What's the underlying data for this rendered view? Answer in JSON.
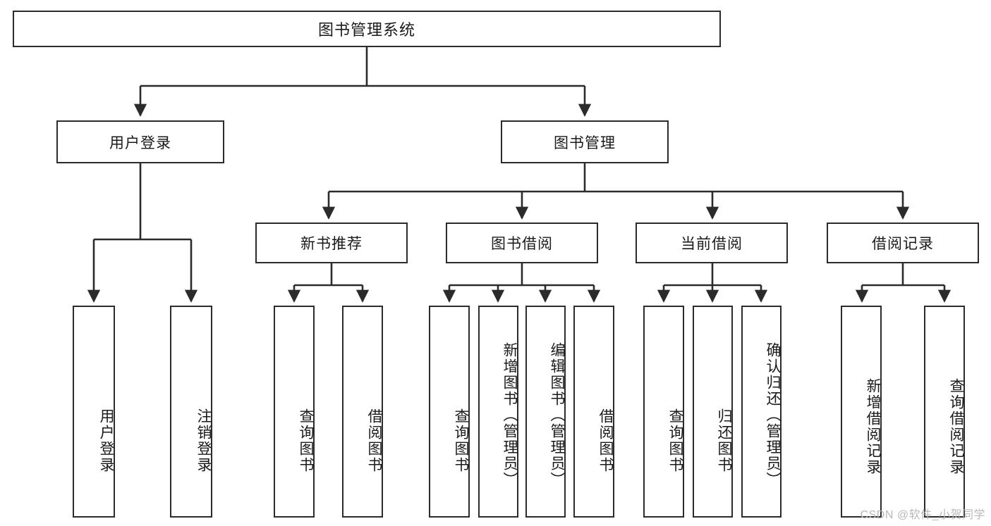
{
  "diagram": {
    "type": "tree-hierarchy",
    "title": "图书管理系统",
    "root": {
      "label": "图书管理系统"
    },
    "level2": [
      {
        "id": "user-login",
        "label": "用户登录"
      },
      {
        "id": "book-management",
        "label": "图书管理"
      }
    ],
    "level3": [
      {
        "id": "new-book-recommend",
        "label": "新书推荐",
        "parent": "book-management"
      },
      {
        "id": "book-borrow",
        "label": "图书借阅",
        "parent": "book-management"
      },
      {
        "id": "current-borrow",
        "label": "当前借阅",
        "parent": "book-management"
      },
      {
        "id": "borrow-record",
        "label": "借阅记录",
        "parent": "book-management"
      }
    ],
    "leaves": [
      {
        "id": "leaf-user-login",
        "label": "用户登录",
        "parent": "user-login"
      },
      {
        "id": "leaf-logout",
        "label": "注销登录",
        "parent": "user-login"
      },
      {
        "id": "leaf-query-book-1",
        "label": "查询图书",
        "parent": "new-book-recommend"
      },
      {
        "id": "leaf-borrow-book-1",
        "label": "借阅图书",
        "parent": "new-book-recommend"
      },
      {
        "id": "leaf-query-book-2",
        "label": "查询图书",
        "parent": "book-borrow"
      },
      {
        "id": "leaf-add-book",
        "label": "新增图书（管理员）",
        "parent": "book-borrow"
      },
      {
        "id": "leaf-edit-book",
        "label": "编辑图书（管理员）",
        "parent": "book-borrow"
      },
      {
        "id": "leaf-borrow-book-2",
        "label": "借阅图书",
        "parent": "book-borrow"
      },
      {
        "id": "leaf-query-book-3",
        "label": "查询图书",
        "parent": "current-borrow"
      },
      {
        "id": "leaf-return-book",
        "label": "归还图书",
        "parent": "current-borrow"
      },
      {
        "id": "leaf-confirm-return",
        "label": "确认归还（管理员）",
        "parent": "current-borrow"
      },
      {
        "id": "leaf-add-record",
        "label": "新增借阅记录",
        "parent": "borrow-record"
      },
      {
        "id": "leaf-query-record",
        "label": "查询借阅记录",
        "parent": "borrow-record"
      }
    ],
    "colors": {
      "stroke": "#2b2b2b",
      "background": "#ffffff",
      "text": "#1a1a1a",
      "watermark": "#b9b9b9"
    }
  },
  "watermark": {
    "text": "CSDN @软件_小贺同学"
  }
}
